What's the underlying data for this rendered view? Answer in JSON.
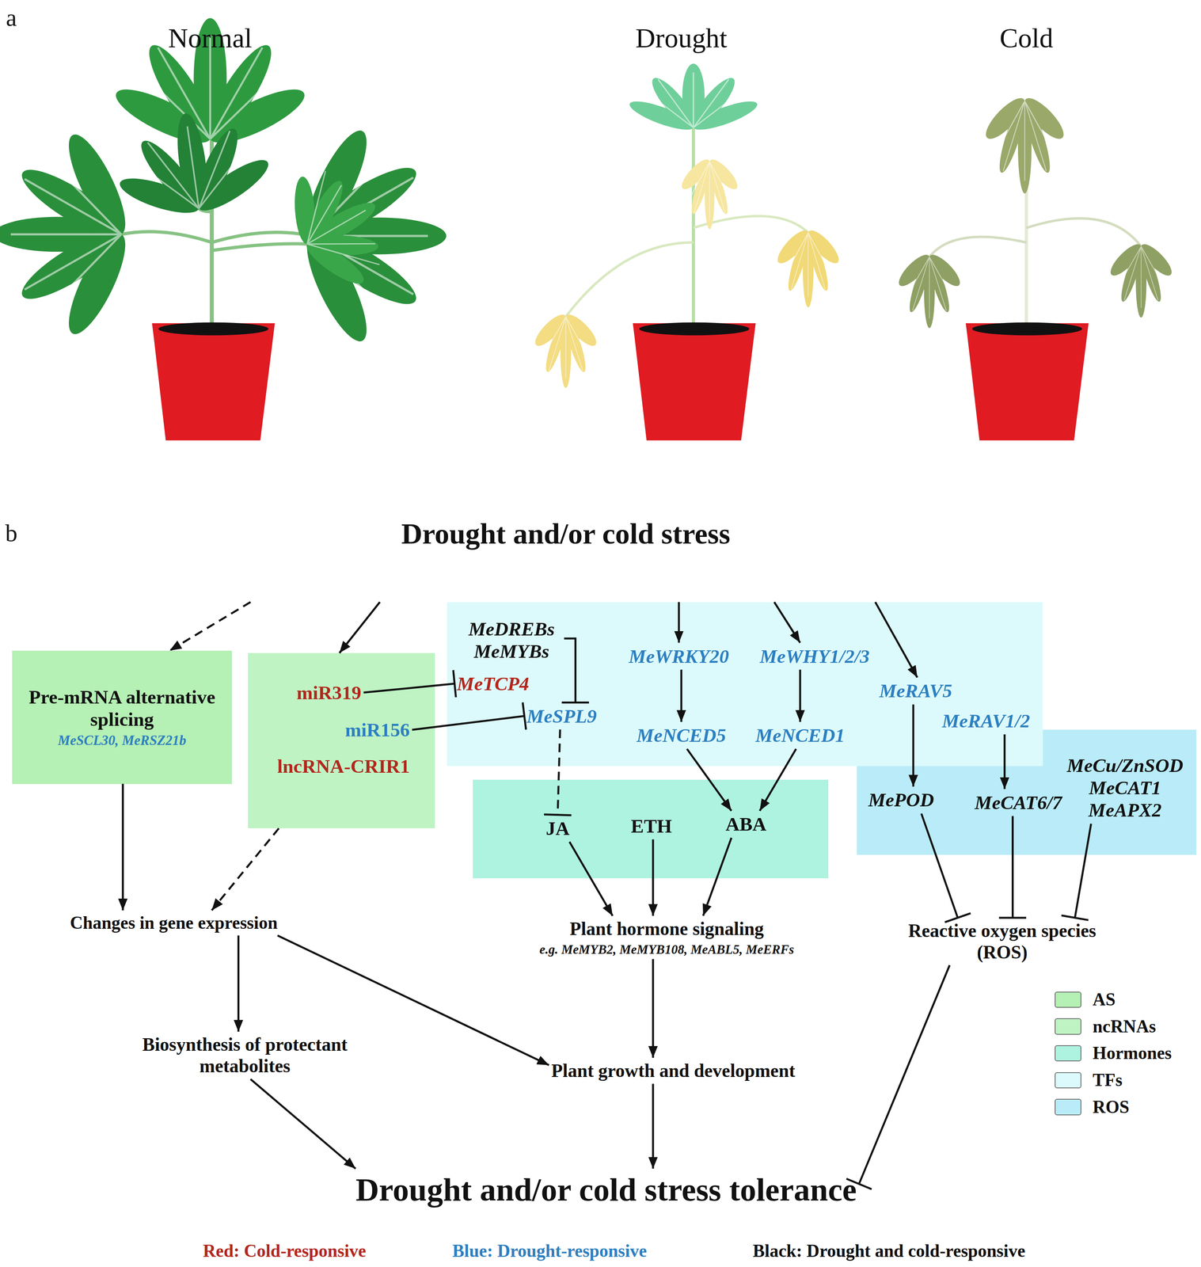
{
  "diagram": {
    "title": "Drought and/or cold stress",
    "nodes": [
      {
        "text": [
          "Drought and/or cold stress"
        ]
      },
      {
        "text": [
          "Pre-mRNA alternative splicing",
          "MeSCL30, MeRSZ21b"
        ]
      },
      {
        "text": []
      },
      {
        "text": [
          "miR319"
        ],
        "in": 2
      },
      {
        "text": [
          "miR156"
        ],
        "in": 2
      },
      {
        "text": [
          "lncRNA-CRIR1"
        ],
        "in": 2
      },
      {
        "text": []
      },
      {
        "text": [
          "MeDREBs MeMYBs"
        ],
        "in": 6
      },
      {
        "text": [
          "MeTCP4"
        ],
        "in": 6
      },
      {
        "text": [
          "MeSPL9"
        ],
        "in": 6
      },
      {
        "text": [
          "MeWRKY20"
        ],
        "in": 6
      },
      {
        "text": [
          "MeWHY1/2/3"
        ],
        "in": 6
      },
      {
        "text": [
          "MeNCED5"
        ],
        "in": 6
      },
      {
        "text": [
          "MeNCED1"
        ],
        "in": 6
      },
      {
        "text": [
          "MeRAV5"
        ],
        "in": 6
      },
      {
        "text": [
          "MeRAV1/2"
        ],
        "in": 6
      },
      {
        "text": []
      },
      {
        "text": [
          "JA"
        ],
        "in": 16
      },
      {
        "text": [
          "ETH"
        ],
        "in": 16
      },
      {
        "text": [
          "ABA"
        ],
        "in": 16
      },
      {
        "text": []
      },
      {
        "text": [
          "MePOD"
        ],
        "in": 20
      },
      {
        "text": [
          "MeCAT6/7"
        ],
        "in": 20
      },
      {
        "text": [
          "MeCu/ZnSOD MeCAT1 MeAPX2"
        ],
        "in": 20
      },
      {
        "text": [
          "Changes in gene expression"
        ]
      },
      {
        "text": [
          "Plant hormone signaling",
          "e.g. MeMYB2, MeMYB108, MeABL5, MeERFs"
        ]
      },
      {
        "text": [
          "Reactive oxygen species (ROS)"
        ]
      },
      {
        "text": [
          "Biosynthesis of protectant metabolites"
        ]
      },
      {
        "text": [
          "Plant growth and development"
        ]
      },
      {
        "text": [
          "Drought and/or cold stress tolerance"
        ]
      }
    ],
    "edges": [
      {
        "from": 0,
        "to": 1,
        "arrow": "to"
      },
      {
        "from": 0,
        "to": 2,
        "arrow": "to"
      },
      {
        "from": 0,
        "to": 10,
        "arrow": "to"
      },
      {
        "from": 0,
        "to": 11,
        "arrow": "to"
      },
      {
        "from": 0,
        "to": 14,
        "arrow": "to"
      },
      {
        "from": 3,
        "to": 8,
        "arrow": "to"
      },
      {
        "from": 4,
        "to": 9,
        "arrow": "to"
      },
      {
        "from": 7,
        "to": 9,
        "arrow": "to"
      },
      {
        "from": 9,
        "to": 17,
        "arrow": "to"
      },
      {
        "from": 10,
        "to": 12,
        "arrow": "to"
      },
      {
        "from": 11,
        "to": 13,
        "arrow": "to"
      },
      {
        "from": 12,
        "to": 19,
        "arrow": "to"
      },
      {
        "from": 13,
        "to": 19,
        "arrow": "to"
      },
      {
        "from": 14,
        "to": 21,
        "arrow": "to"
      },
      {
        "from": 15,
        "to": 22,
        "arrow": "to"
      },
      {
        "from": 21,
        "to": 26,
        "arrow": "to"
      },
      {
        "from": 22,
        "to": 26,
        "arrow": "to"
      },
      {
        "from": 23,
        "to": 26,
        "arrow": "to"
      },
      {
        "from": 1,
        "to": 24,
        "arrow": "to"
      },
      {
        "from": 2,
        "to": 24,
        "arrow": "to"
      },
      {
        "from": 17,
        "to": 25,
        "arrow": "to"
      },
      {
        "from": 18,
        "to": 25,
        "arrow": "to"
      },
      {
        "from": 19,
        "to": 25,
        "arrow": "to"
      },
      {
        "from": 24,
        "to": 27,
        "arrow": "to"
      },
      {
        "from": 24,
        "to": 28,
        "arrow": "to"
      },
      {
        "from": 25,
        "to": 28,
        "arrow": "to"
      },
      {
        "from": 27,
        "to": 29,
        "arrow": "to"
      },
      {
        "from": 28,
        "to": 29,
        "arrow": "to"
      },
      {
        "from": 26,
        "to": 29,
        "arrow": "to"
      }
    ],
    "labels": [
      "a",
      "b",
      "Normal",
      "Drought",
      "Cold",
      "Red: Cold-responsive",
      "Blue: Drought-responsive",
      "Black: Drought and cold-responsive"
    ],
    "legend": [
      {
        "text": "AS",
        "color": "#b5f0b4"
      },
      {
        "text": "ncRNAs",
        "color": "#bff3c4"
      },
      {
        "text": "Hormones",
        "color": "#aef3df"
      },
      {
        "text": "TFs",
        "color": "#dcfafb"
      },
      {
        "text": "ROS",
        "color": "#b9ecf8"
      }
    ]
  }
}
